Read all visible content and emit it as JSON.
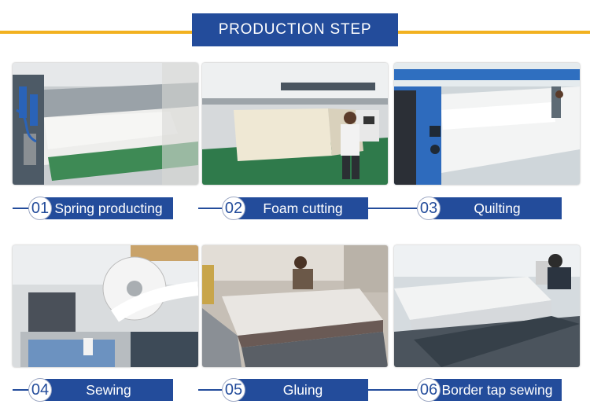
{
  "header": {
    "title": "PRODUCTION STEP"
  },
  "colors": {
    "accent": "#234c9b",
    "line": "#f2b11f"
  },
  "steps": [
    {
      "number": "01",
      "label": "Spring producting"
    },
    {
      "number": "02",
      "label": "Foam cutting"
    },
    {
      "number": "03",
      "label": "Quilting"
    },
    {
      "number": "04",
      "label": "Sewing"
    },
    {
      "number": "05",
      "label": "Gluing"
    },
    {
      "number": "06",
      "label": "Border tap sewing"
    }
  ]
}
